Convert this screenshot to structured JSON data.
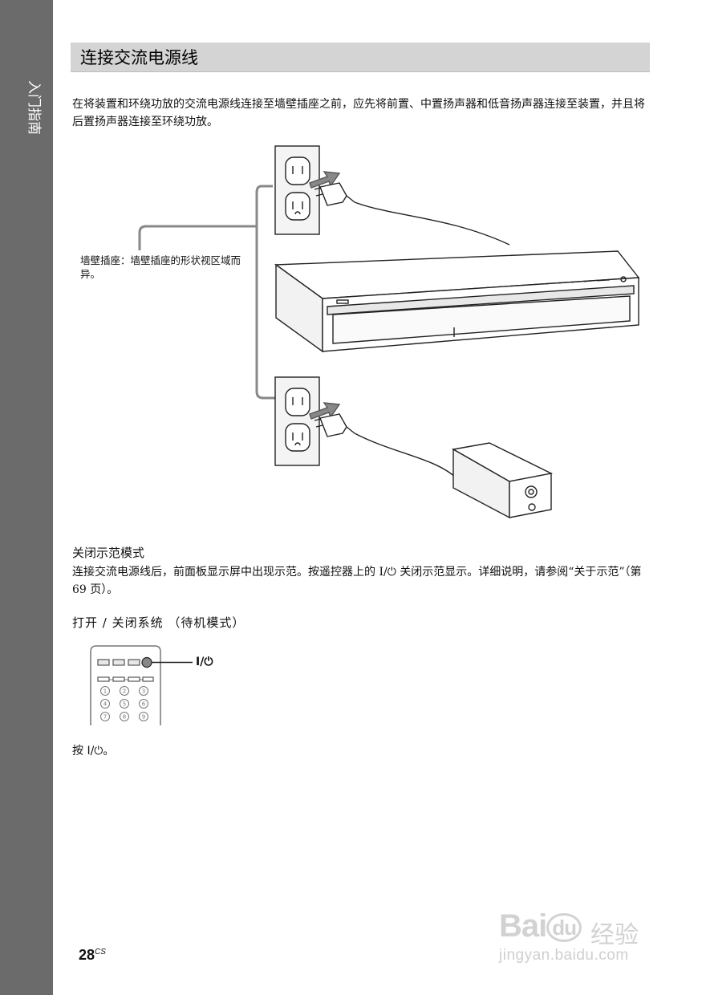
{
  "sidebar": {
    "label": "入门指南"
  },
  "section": {
    "title": "连接交流电源线"
  },
  "intro": "在将装置和环绕功放的交流电源线连接至墙壁插座之前，应先将前置、中置扬声器和低音扬声器连接至装置，并且将后置扬声器连接至环绕功放。",
  "illustration": {
    "wall_outlet_note": "墙壁插座：墙壁插座的形状视区域而异。"
  },
  "demo": {
    "title": "关闭示范模式",
    "text": "连接交流电源线后，前面板显示屏中出现示范。按遥控器上的 I/⏻ 关闭示范显示。详细说明，请参阅“关于示范”（第 69 页）。"
  },
  "standby": {
    "title": "打开 / 关闭系统 （待机模式）",
    "power_label": "I/⏻",
    "remote_keys": [
      "1",
      "2",
      "3",
      "4",
      "5",
      "6",
      "7",
      "8",
      "9"
    ],
    "press": "按 I/⏻。"
  },
  "page": {
    "number": "28",
    "suffix": "CS"
  },
  "watermark": {
    "brand": "Bai",
    "brand_mid": "du",
    "cn": "经验",
    "url": "jingyan.baidu.com"
  }
}
